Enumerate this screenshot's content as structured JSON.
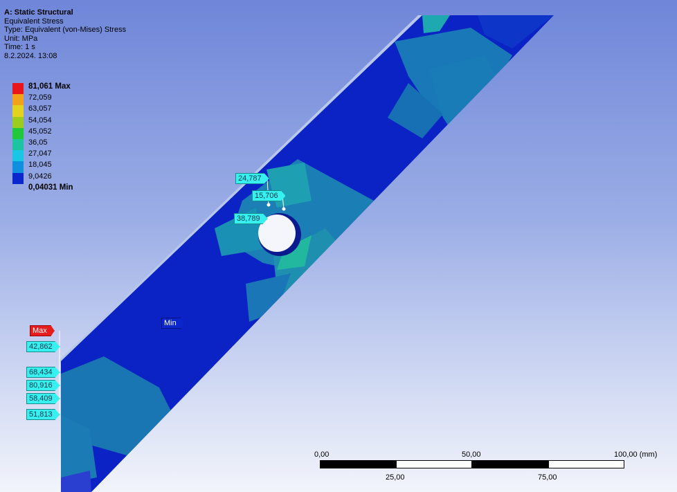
{
  "header": {
    "title": "A: Static Structural",
    "result": "Equivalent Stress",
    "type": "Type: Equivalent (von-Mises) Stress",
    "unit": "Unit: MPa",
    "time": "Time: 1 s",
    "date": "8.2.2024. 13:08"
  },
  "legend": {
    "max_label": "81,061 Max",
    "levels": [
      "72,059",
      "63,057",
      "54,054",
      "45,052",
      "36,05",
      "27,047",
      "18,045",
      "9,0426"
    ],
    "min_label": "0,04031 Min",
    "colors": [
      "#e8161a",
      "#f0a21a",
      "#e3d31e",
      "#9ccc1e",
      "#22c83c",
      "#1ec3a0",
      "#19c6e4",
      "#0f8fe0",
      "#0a26cc"
    ]
  },
  "probes": {
    "p1": "24,787",
    "p2": "15,706",
    "p3": "38,789",
    "min": "Min",
    "max": "Max",
    "left1": "42,862",
    "left2": "68,434",
    "left3": "80,916",
    "left4": "58,409",
    "left5": "51,813"
  },
  "scale": {
    "t0": "0,00",
    "t50": "50,00",
    "t100": "100,00 (mm)",
    "t25": "25,00",
    "t75": "75,00"
  }
}
